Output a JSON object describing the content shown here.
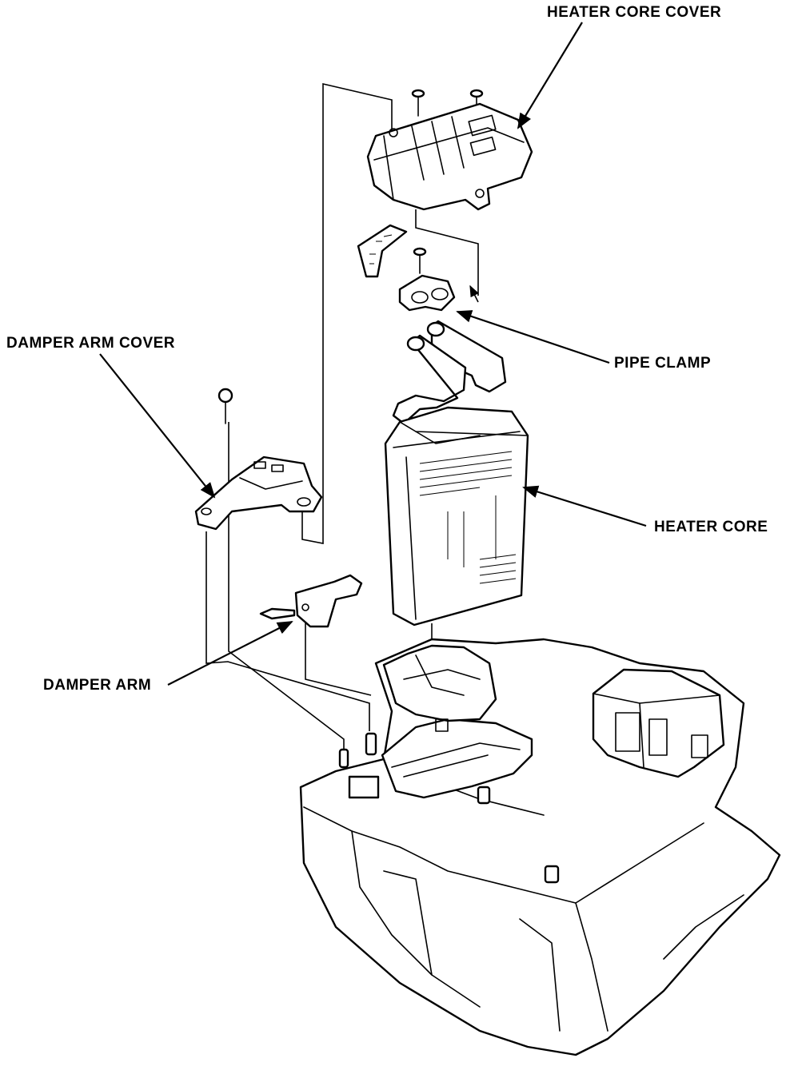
{
  "labels": {
    "heater_core_cover": "HEATER CORE COVER",
    "damper_arm_cover": "DAMPER ARM COVER",
    "pipe_clamp": "PIPE CLAMP",
    "heater_core": "HEATER CORE",
    "damper_arm": "DAMPER ARM"
  }
}
